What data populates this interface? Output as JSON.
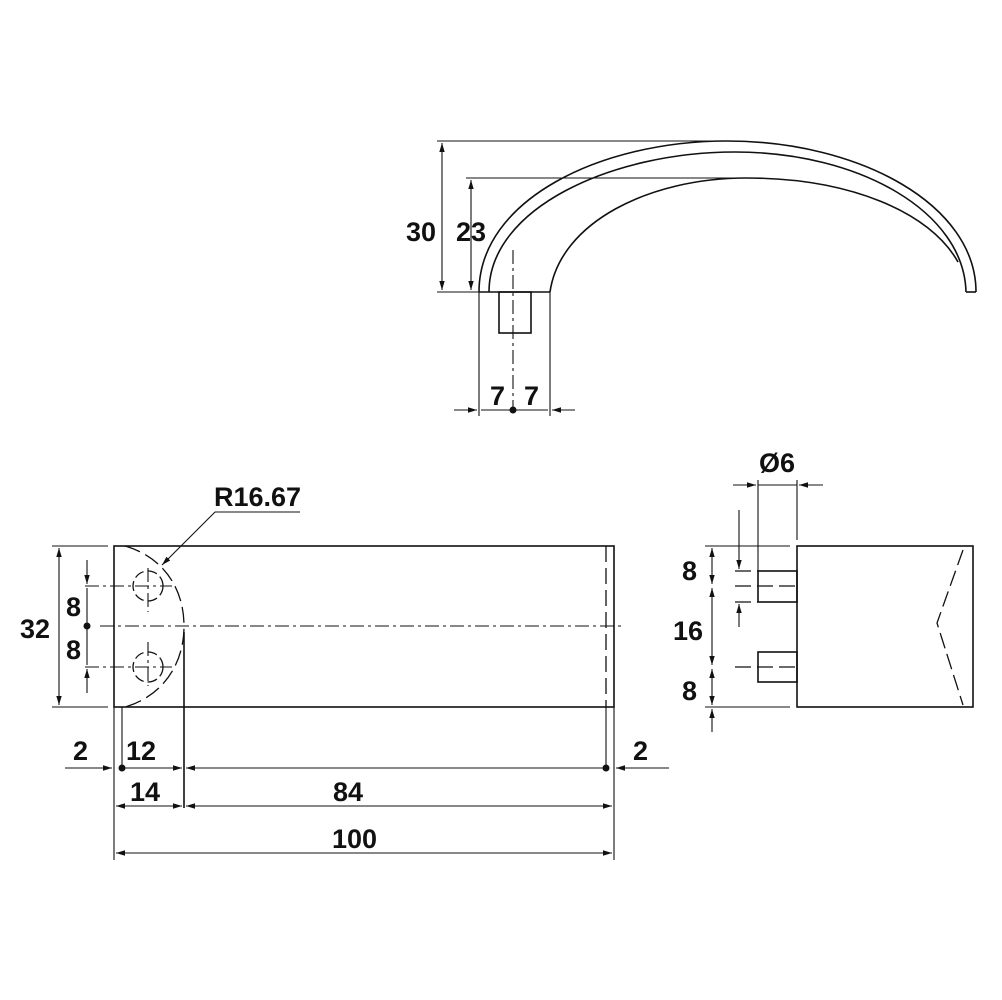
{
  "side_view": {
    "height_total": "30",
    "height_inner": "23",
    "half_width_left": "7",
    "half_width_right": "7"
  },
  "front_view": {
    "radius": "R16.67",
    "height": "32",
    "hole_offset_top": "8",
    "hole_offset_bottom": "8",
    "offset_left": "2",
    "span_12": "12",
    "offset_right": "2",
    "span_14": "14",
    "span_84": "84",
    "length": "100"
  },
  "end_view": {
    "diameter": "Ø6",
    "top_offset": "8",
    "hole_spacing": "16",
    "bottom_offset": "8"
  }
}
